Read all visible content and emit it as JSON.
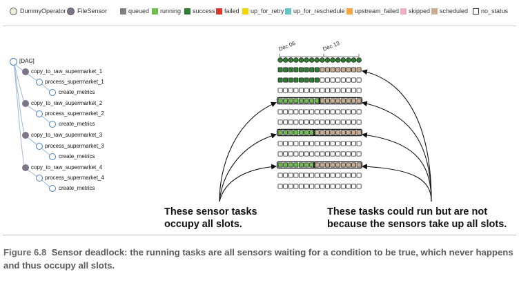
{
  "legend": {
    "operators": [
      {
        "label": "DummyOperator",
        "color": "#e8f0e0"
      },
      {
        "label": "FileSensor",
        "color": "#7d7587"
      }
    ],
    "states": [
      {
        "label": "queued",
        "color": "#808080"
      },
      {
        "label": "running",
        "color": "#6dbd4f"
      },
      {
        "label": "success",
        "color": "#2e7d32"
      },
      {
        "label": "failed",
        "color": "#e0352b"
      },
      {
        "label": "up_for_retry",
        "color": "#f5d400"
      },
      {
        "label": "up_for_reschedule",
        "color": "#63c5c5"
      },
      {
        "label": "upstream_failed",
        "color": "#f5a742"
      },
      {
        "label": "skipped",
        "color": "#f0b0c4"
      },
      {
        "label": "scheduled",
        "color": "#c9ae92"
      },
      {
        "label": "no_status",
        "color": "#ffffff"
      }
    ]
  },
  "tree": {
    "root": "[DAG]",
    "nodes": [
      {
        "label": "copy_to_raw_supermarket_1",
        "operator": "FileSensor",
        "level": 1
      },
      {
        "label": "process_supermarket_1",
        "operator": "DummyOperator",
        "level": 2
      },
      {
        "label": "create_metrics",
        "operator": "DummyOperator",
        "level": 3
      },
      {
        "label": "copy_to_raw_supermarket_2",
        "operator": "FileSensor",
        "level": 1
      },
      {
        "label": "process_supermarket_2",
        "operator": "DummyOperator",
        "level": 2
      },
      {
        "label": "create_metrics",
        "operator": "DummyOperator",
        "level": 3
      },
      {
        "label": "copy_to_raw_supermarket_3",
        "operator": "FileSensor",
        "level": 1
      },
      {
        "label": "process_supermarket_3",
        "operator": "DummyOperator",
        "level": 2
      },
      {
        "label": "create_metrics",
        "operator": "DummyOperator",
        "level": 3
      },
      {
        "label": "copy_to_raw_supermarket_4",
        "operator": "FileSensor",
        "level": 1
      },
      {
        "label": "process_supermarket_4",
        "operator": "DummyOperator",
        "level": 2
      },
      {
        "label": "create_metrics",
        "operator": "DummyOperator",
        "level": 3
      }
    ]
  },
  "grid": {
    "dates": [
      "Dec 06",
      "Dec 13"
    ],
    "columns": 16,
    "rows": [
      {
        "cells": [
          "success",
          "success",
          "success",
          "success",
          "success",
          "success",
          "success",
          "success",
          "success",
          "success",
          "success",
          "success",
          "success",
          "success",
          "success",
          "success"
        ],
        "shape": "circle"
      },
      {
        "cells": [
          "success",
          "success",
          "success",
          "success",
          "success",
          "success",
          "success",
          "success",
          "scheduled",
          "scheduled",
          "scheduled",
          "scheduled",
          "scheduled",
          "scheduled",
          "scheduled",
          "scheduled"
        ]
      },
      {
        "cells": [
          "success",
          "success",
          "success",
          "success",
          "success",
          "success",
          "success",
          "success",
          "no_status",
          "no_status",
          "no_status",
          "no_status",
          "no_status",
          "no_status",
          "no_status",
          "no_status"
        ]
      },
      {
        "cells": [
          "no_status",
          "no_status",
          "no_status",
          "no_status",
          "no_status",
          "no_status",
          "no_status",
          "no_status",
          "no_status",
          "no_status",
          "no_status",
          "no_status",
          "no_status",
          "no_status",
          "no_status",
          "no_status"
        ]
      },
      {
        "cells": [
          "running",
          "running",
          "running",
          "running",
          "running",
          "running",
          "running",
          "running",
          "scheduled",
          "scheduled",
          "scheduled",
          "scheduled",
          "scheduled",
          "scheduled",
          "scheduled",
          "scheduled"
        ],
        "highlight": true
      },
      {
        "cells": [
          "no_status",
          "no_status",
          "no_status",
          "no_status",
          "no_status",
          "no_status",
          "no_status",
          "no_status",
          "no_status",
          "no_status",
          "no_status",
          "no_status",
          "no_status",
          "no_status",
          "no_status",
          "no_status"
        ]
      },
      {
        "cells": [
          "no_status",
          "no_status",
          "no_status",
          "no_status",
          "no_status",
          "no_status",
          "no_status",
          "no_status",
          "no_status",
          "no_status",
          "no_status",
          "no_status",
          "no_status",
          "no_status",
          "no_status",
          "no_status"
        ]
      },
      {
        "cells": [
          "running",
          "running",
          "running",
          "running",
          "running",
          "running",
          "running",
          "scheduled",
          "scheduled",
          "scheduled",
          "scheduled",
          "scheduled",
          "scheduled",
          "scheduled",
          "scheduled",
          "scheduled"
        ],
        "highlight": true
      },
      {
        "cells": [
          "no_status",
          "no_status",
          "no_status",
          "no_status",
          "no_status",
          "no_status",
          "no_status",
          "no_status",
          "no_status",
          "no_status",
          "no_status",
          "no_status",
          "no_status",
          "no_status",
          "no_status",
          "no_status"
        ]
      },
      {
        "cells": [
          "no_status",
          "no_status",
          "no_status",
          "no_status",
          "no_status",
          "no_status",
          "no_status",
          "no_status",
          "no_status",
          "no_status",
          "no_status",
          "no_status",
          "no_status",
          "no_status",
          "no_status",
          "no_status"
        ]
      },
      {
        "cells": [
          "running",
          "running",
          "running",
          "running",
          "running",
          "running",
          "running",
          "scheduled",
          "scheduled",
          "scheduled",
          "scheduled",
          "scheduled",
          "scheduled",
          "scheduled",
          "scheduled",
          "scheduled"
        ],
        "highlight": true
      },
      {
        "cells": [
          "no_status",
          "no_status",
          "no_status",
          "no_status",
          "no_status",
          "no_status",
          "no_status",
          "no_status",
          "no_status",
          "no_status",
          "no_status",
          "no_status",
          "no_status",
          "no_status",
          "no_status",
          "no_status"
        ]
      },
      {
        "cells": [
          "no_status",
          "no_status",
          "no_status",
          "no_status",
          "no_status",
          "no_status",
          "no_status",
          "no_status",
          "no_status",
          "no_status",
          "no_status",
          "no_status",
          "no_status",
          "no_status",
          "no_status",
          "no_status"
        ]
      }
    ]
  },
  "callouts": {
    "left": [
      "These sensor tasks",
      "occupy all slots."
    ],
    "right": [
      "These tasks could run but are not",
      "because the sensors take up all slots."
    ]
  },
  "caption": {
    "number": "Figure 6.8",
    "text": "Sensor deadlock: the running tasks are all sensors waiting for a condition to be true, which never happens and thus occupy all slots."
  }
}
